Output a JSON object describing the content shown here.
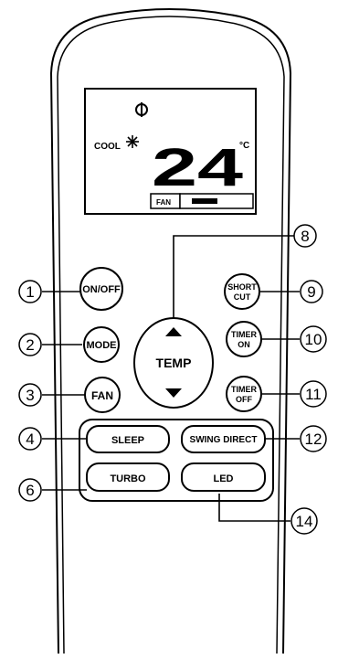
{
  "display": {
    "mode_text": "COOL",
    "temperature": "24",
    "unit": "°C",
    "fan_label": "FAN",
    "icon_power": "power-symbol-icon",
    "icon_mode": "snowflake-icon"
  },
  "buttons": {
    "on_off": "ON/OFF",
    "mode": "MODE",
    "fan": "FAN",
    "temp": "TEMP",
    "short_cut_line1": "SHORT",
    "short_cut_line2": "CUT",
    "timer_on_line1": "TIMER",
    "timer_on_line2": "ON",
    "timer_off_line1": "TIMER",
    "timer_off_line2": "OFF",
    "sleep": "SLEEP",
    "swing_direct": "SWING DIRECT",
    "turbo": "TURBO",
    "led": "LED"
  },
  "callouts": {
    "c1": "1",
    "c2": "2",
    "c3": "3",
    "c4": "4",
    "c6": "6",
    "c8": "8",
    "c9": "9",
    "c10": "10",
    "c11": "11",
    "c12": "12",
    "c14": "14"
  }
}
